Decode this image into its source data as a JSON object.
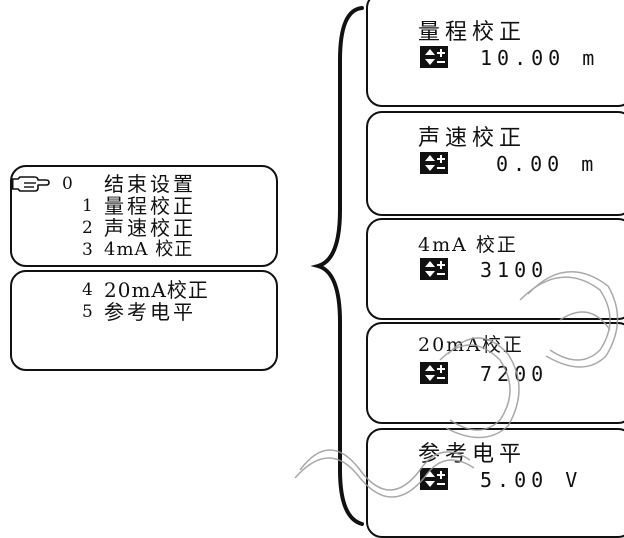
{
  "menu": {
    "items": [
      {
        "num": "0",
        "label": "结束设置"
      },
      {
        "num": "1",
        "label": "量程校正"
      },
      {
        "num": "2",
        "label": "声速校正"
      },
      {
        "num": "3",
        "label": "4mA 校正"
      },
      {
        "num": "4",
        "label": "20mA校正"
      },
      {
        "num": "5",
        "label": "参考电平"
      }
    ]
  },
  "panels": [
    {
      "title": "量程校正",
      "value": "10.00 m",
      "icon": "adjust-up-down-icon"
    },
    {
      "title": "声速校正",
      "value": "0.00 m",
      "icon": "adjust-up-down-icon"
    },
    {
      "title": "4mA 校正",
      "value": "3100",
      "icon": "adjust-up-down-icon"
    },
    {
      "title": "20mA校正",
      "value": "7200",
      "icon": "adjust-up-down-icon"
    },
    {
      "title": "参考电平",
      "value": "5.00 V",
      "icon": "adjust-up-down-icon"
    }
  ],
  "icons": {
    "pointer": "pointing-hand-icon",
    "bracket": "curly-brace-icon",
    "adjust": "adjust-up-down-icon"
  }
}
